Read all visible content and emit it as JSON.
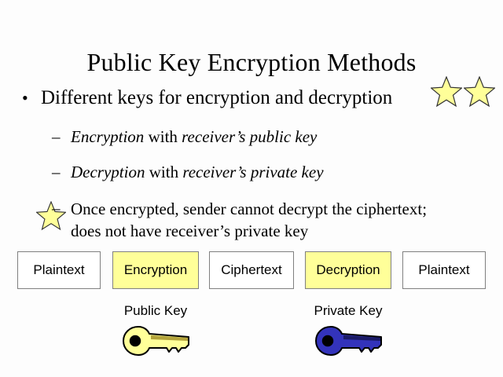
{
  "slide": {
    "title": "Public Key Encryption Methods",
    "bullets": [
      {
        "level": 1,
        "marker": "•",
        "text": "Different keys for encryption and decryption"
      }
    ],
    "sub_bullets": [
      {
        "marker": "–",
        "parts": [
          {
            "text": "Encryption",
            "style": "italic"
          },
          {
            "text": " with ",
            "style": "normal"
          },
          {
            "text": "receiver’s public key",
            "style": "italic"
          }
        ],
        "plain": "Encryption with receiver’s public key"
      },
      {
        "marker": "–",
        "parts": [
          {
            "text": "Decryption",
            "style": "italic"
          },
          {
            "text": " with ",
            "style": "normal"
          },
          {
            "text": "receiver’s private key",
            "style": "italic"
          }
        ],
        "plain": "Decryption with receiver’s private key"
      },
      {
        "marker": "–",
        "parts": [
          {
            "text": "Once encrypted, sender cannot decrypt the ciphertext; does not have receiver’s private key",
            "style": "normal"
          }
        ],
        "plain": "Once encrypted, sender cannot decrypt the ciphertext; does not have receiver’s private key"
      }
    ],
    "diagram": {
      "boxes": [
        {
          "label": "Plaintext",
          "highlight": false
        },
        {
          "label": "Encryption",
          "highlight": true
        },
        {
          "label": "Ciphertext",
          "highlight": false
        },
        {
          "label": "Decryption",
          "highlight": true
        },
        {
          "label": "Plaintext",
          "highlight": false
        }
      ],
      "keys": [
        {
          "caption": "Public Key",
          "icon": "key-icon",
          "color": "#ffff99"
        },
        {
          "caption": "Private Key",
          "icon": "key-icon",
          "color": "#3333bb"
        }
      ]
    },
    "decorations": {
      "stars": [
        {
          "name": "star-title-right-1"
        },
        {
          "name": "star-title-right-2"
        },
        {
          "name": "star-body-left"
        }
      ],
      "star_fill": "#ffff99",
      "star_stroke": "#333333"
    },
    "colors": {
      "background": "#fdfdfd",
      "text": "#000000",
      "box_border": "#808080",
      "highlight_fill": "#ffff99",
      "public_key": "#ffff99",
      "private_key": "#3333bb"
    }
  }
}
